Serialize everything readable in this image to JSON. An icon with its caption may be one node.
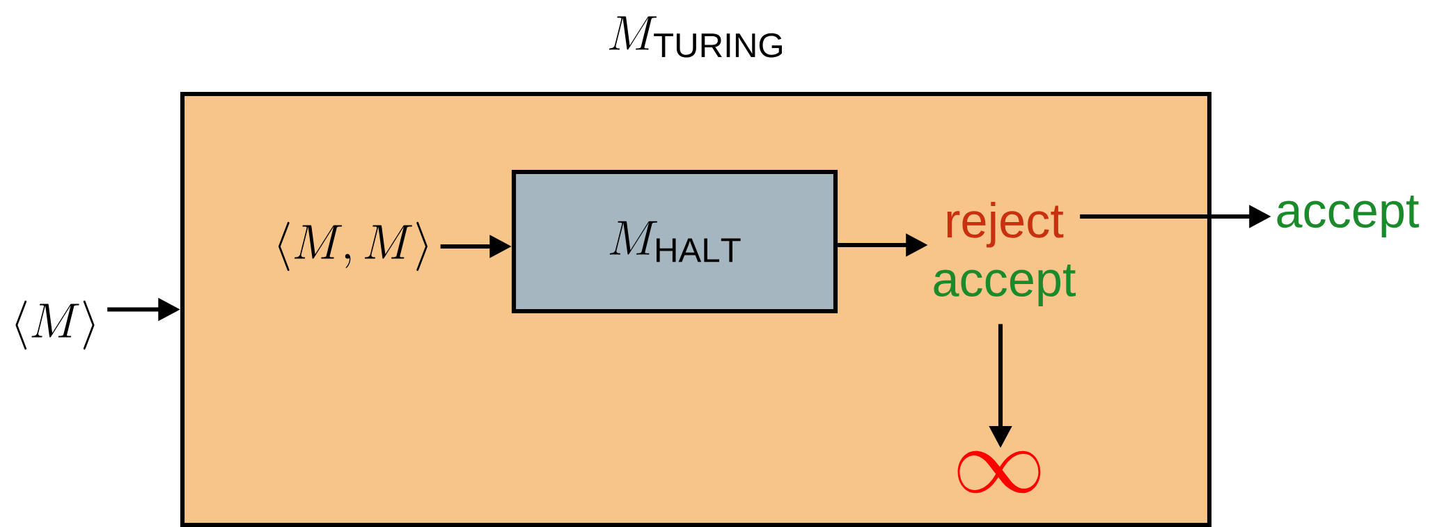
{
  "diagram": {
    "nodes": [
      {
        "text": [
          "M_{\\mathrm{TURING}}"
        ]
      },
      {
        "text": [
          "\\langle M \\rangle"
        ]
      },
      {
        "text": [
          "\\langle M, M \\rangle"
        ],
        "in": 0
      },
      {
        "text": [
          "M_{\\mathrm{HALT}}"
        ],
        "in": 0
      },
      {
        "text": [
          "reject",
          "accept"
        ],
        "in": 0
      },
      {
        "text": [
          "accept"
        ]
      },
      {
        "text": [
          "\\infty"
        ],
        "in": 0
      }
    ],
    "edges": [
      {
        "from": 1,
        "to": 0,
        "arrow": "to"
      },
      {
        "from": 2,
        "to": 3,
        "arrow": "to"
      },
      {
        "from": 3,
        "to": 4,
        "arrow": "to"
      },
      {
        "from": 4,
        "to": 5,
        "arrow": "to"
      },
      {
        "from": 4,
        "to": 6,
        "arrow": "to"
      }
    ]
  }
}
